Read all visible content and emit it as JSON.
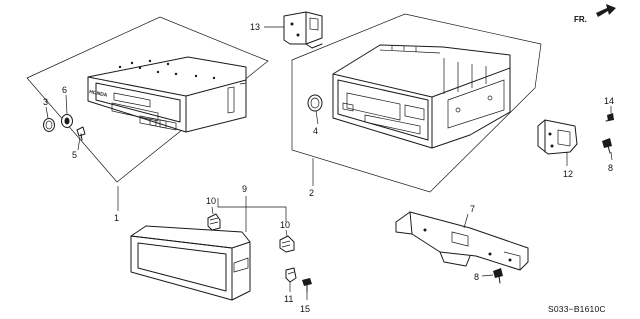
{
  "direction_label": "FR.",
  "diagram_code": "S033−B1610C",
  "brand_mark": "HONDA",
  "callouts": {
    "c1": "1",
    "c2": "2",
    "c3": "3",
    "c4": "4",
    "c5": "5",
    "c6": "6",
    "c7": "7",
    "c8a": "8",
    "c8b": "8",
    "c9": "9",
    "c10a": "10",
    "c10b": "10",
    "c11": "11",
    "c12": "12",
    "c13": "13",
    "c14": "14",
    "c15": "15"
  }
}
